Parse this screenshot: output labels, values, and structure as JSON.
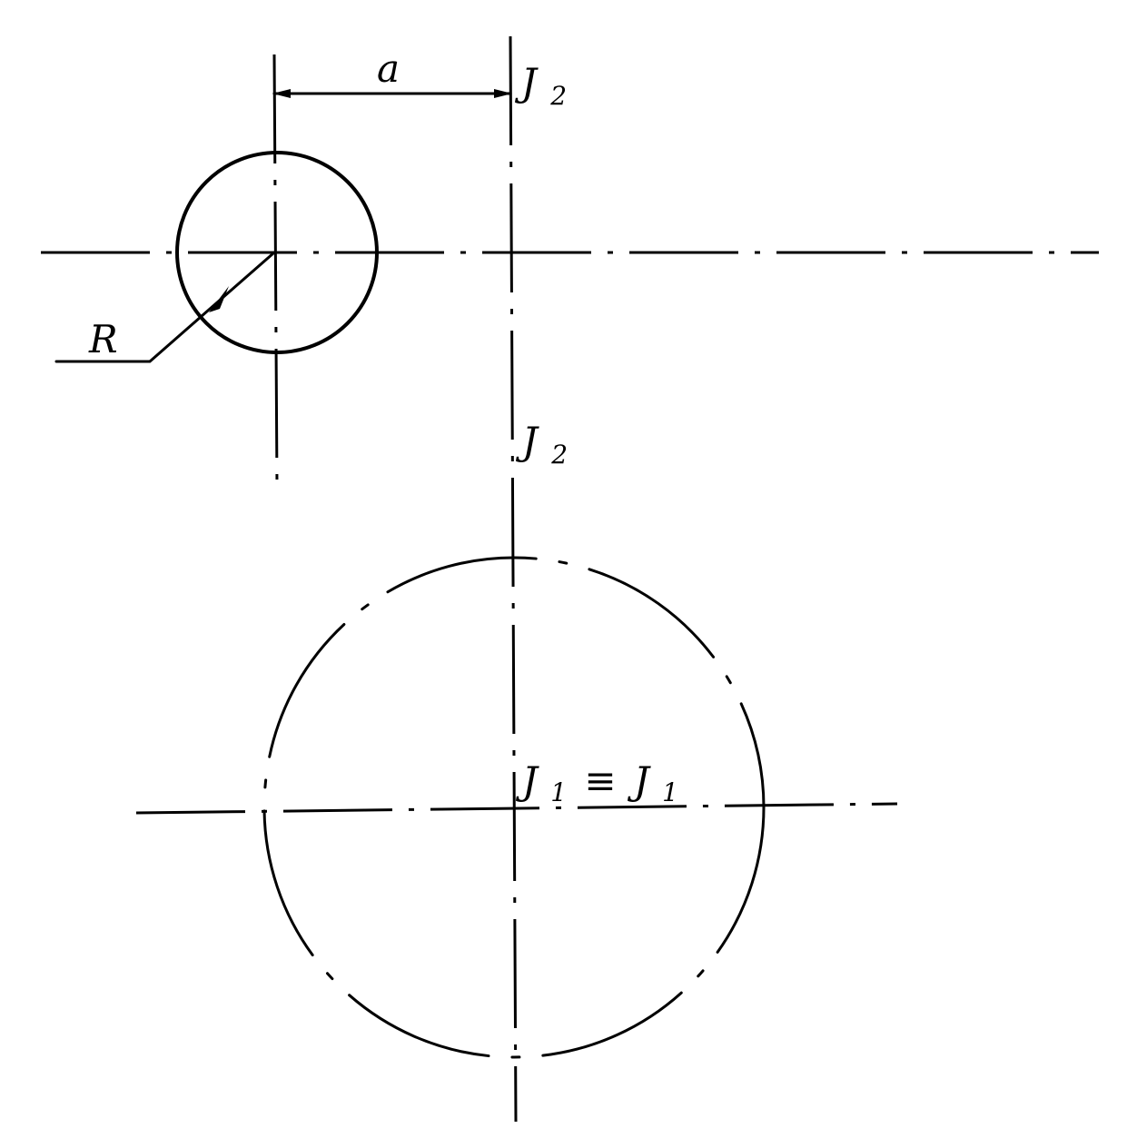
{
  "labels": {
    "distance": "a",
    "radius": "R",
    "axis_top": "J",
    "axis_top_sub": "2",
    "axis_mid": "J",
    "axis_mid_sub": "2",
    "axis_center_left": "J",
    "axis_center_left_sub": "1",
    "equiv": "≡",
    "axis_center_right": "J",
    "axis_center_right_sub": "1"
  }
}
